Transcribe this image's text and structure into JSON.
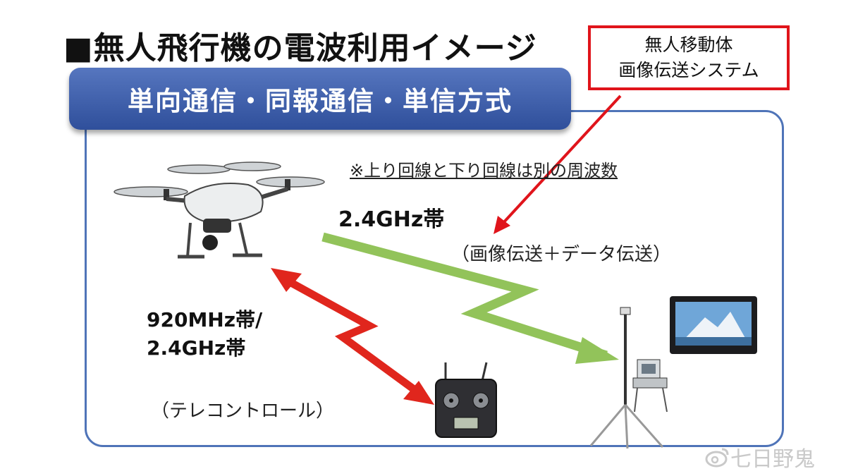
{
  "heading": "■無人飛行機の電波利用イメージ",
  "callout": {
    "line1": "無人移動体",
    "line2": "画像伝送システム"
  },
  "banner": "単向通信・同報通信・単信方式",
  "note": "※上り回線と下り回線は別の周波数",
  "links": {
    "video_band": "2.4GHz帯",
    "video_desc": "（画像伝送＋データ伝送）",
    "control_band_1": "920MHz帯/",
    "control_band_2": "2.4GHz帯",
    "control_desc": "（テレコントロール）"
  },
  "watermark": "七日野鬼",
  "colors": {
    "frame": "#4f74b8",
    "banner": "#3a5ca8",
    "callout_border": "#e0141b",
    "video_arrow": "#92c35a",
    "control_arrow": "#e0261d"
  }
}
